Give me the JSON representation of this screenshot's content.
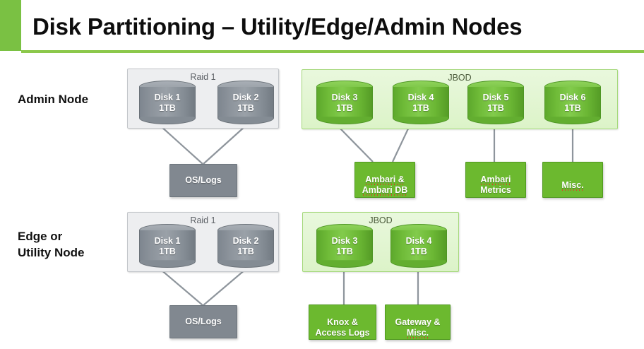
{
  "header": {
    "title": "Disk Partitioning – Utility/Edge/Admin Nodes",
    "accent_color": "#7ac143",
    "rule_color": "#8cc84b"
  },
  "palette": {
    "disk_gray": "#8d949c",
    "disk_green": "#6fbb38",
    "box_gray": "#818890",
    "box_green": "#6cb92f",
    "group_gray_bg": "#edeef0",
    "group_green_bg": "#e2f5cf",
    "connector": "#8e959c",
    "spellcheck_underline": "#e03a28"
  },
  "rows": [
    {
      "id": "admin-node",
      "label": "Admin Node",
      "groups": [
        {
          "id": "admin-raid",
          "title": "Raid 1",
          "kind": "gray",
          "disks": [
            {
              "id": "admin-disk-1",
              "name": "Disk 1",
              "size": "1TB"
            },
            {
              "id": "admin-disk-2",
              "name": "Disk 2",
              "size": "1TB"
            }
          ]
        },
        {
          "id": "admin-jbod",
          "title": "JBOD",
          "kind": "green",
          "disks": [
            {
              "id": "admin-disk-3",
              "name": "Disk 3",
              "size": "1TB"
            },
            {
              "id": "admin-disk-4",
              "name": "Disk 4",
              "size": "1TB"
            },
            {
              "id": "admin-disk-5",
              "name": "Disk 5",
              "size": "1TB"
            },
            {
              "id": "admin-disk-6",
              "name": "Disk 6",
              "size": "1TB"
            }
          ]
        }
      ],
      "targets": [
        {
          "id": "admin-os-logs",
          "kind": "gray",
          "line1": "OS/Logs",
          "line2": "",
          "spell1": false,
          "spell2": false
        },
        {
          "id": "admin-ambari-db",
          "kind": "green",
          "line1": "Ambari &",
          "line2": "Ambari DB",
          "spell1": true,
          "spell2": true
        },
        {
          "id": "admin-ambari-metrics",
          "kind": "green",
          "line1": "Ambari",
          "line2": "Metrics",
          "spell1": true,
          "spell2": false
        },
        {
          "id": "admin-misc",
          "kind": "green",
          "line1": "Misc.",
          "line2": "",
          "spell1": true,
          "spell2": false
        }
      ]
    },
    {
      "id": "edge-utility-node",
      "label": "Edge or\nUtility Node",
      "groups": [
        {
          "id": "edge-raid",
          "title": "Raid 1",
          "kind": "gray",
          "disks": [
            {
              "id": "edge-disk-1",
              "name": "Disk 1",
              "size": "1TB"
            },
            {
              "id": "edge-disk-2",
              "name": "Disk 2",
              "size": "1TB"
            }
          ]
        },
        {
          "id": "edge-jbod",
          "title": "JBOD",
          "kind": "green",
          "disks": [
            {
              "id": "edge-disk-3",
              "name": "Disk 3",
              "size": "1TB"
            },
            {
              "id": "edge-disk-4",
              "name": "Disk 4",
              "size": "1TB"
            }
          ]
        }
      ],
      "targets": [
        {
          "id": "edge-os-logs",
          "kind": "gray",
          "line1": "OS/Logs",
          "line2": "",
          "spell1": false,
          "spell2": false
        },
        {
          "id": "edge-knox",
          "kind": "green",
          "line1": "Knox &",
          "line2": "Access Logs",
          "spell1": false,
          "spell2": false
        },
        {
          "id": "edge-gateway",
          "kind": "green",
          "line1": "Gateway &",
          "line2": "Misc.",
          "spell1": false,
          "spell2": true
        }
      ]
    }
  ]
}
